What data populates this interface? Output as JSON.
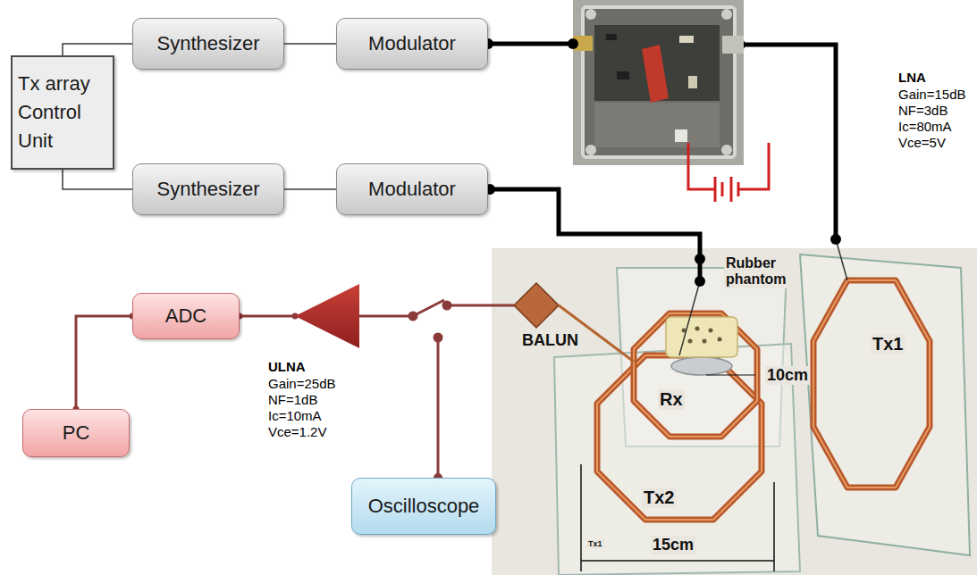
{
  "diagram": {
    "nodes": [
      {
        "text": [
          "Tx array Control Unit"
        ]
      },
      {
        "text": [
          "Synthesizer"
        ]
      },
      {
        "text": [
          "Modulator"
        ]
      },
      {
        "text": [
          "LNA",
          "Gain=15dB NF=3dB Ic=80mA Vce=5V"
        ]
      },
      {
        "text": [
          "Synthesizer"
        ]
      },
      {
        "text": [
          "Modulator"
        ]
      },
      {
        "text": [
          "ADC"
        ]
      },
      {
        "text": [
          "ULNA",
          "Gain=25dB NF=1dB Ic=10mA Vce=1.2V"
        ]
      },
      {
        "text": [
          "PC"
        ]
      },
      {
        "text": [
          "Oscilloscope"
        ]
      }
    ],
    "edges": [
      {
        "from": 0,
        "to": 1,
        "arrow": "none"
      },
      {
        "from": 1,
        "to": 2,
        "arrow": "none"
      },
      {
        "from": 2,
        "to": 3,
        "arrow": "none"
      },
      {
        "from": 0,
        "to": 4,
        "arrow": "none"
      },
      {
        "from": 4,
        "to": 5,
        "arrow": "none"
      },
      {
        "from": 6,
        "to": 7,
        "arrow": "none"
      },
      {
        "from": 6,
        "to": 8,
        "arrow": "none"
      }
    ],
    "labels": [
      "Rubber phantom",
      "BALUN",
      "Rx",
      "10cm",
      "Tx2",
      "15cm",
      "Tx1",
      "Tx1"
    ]
  }
}
